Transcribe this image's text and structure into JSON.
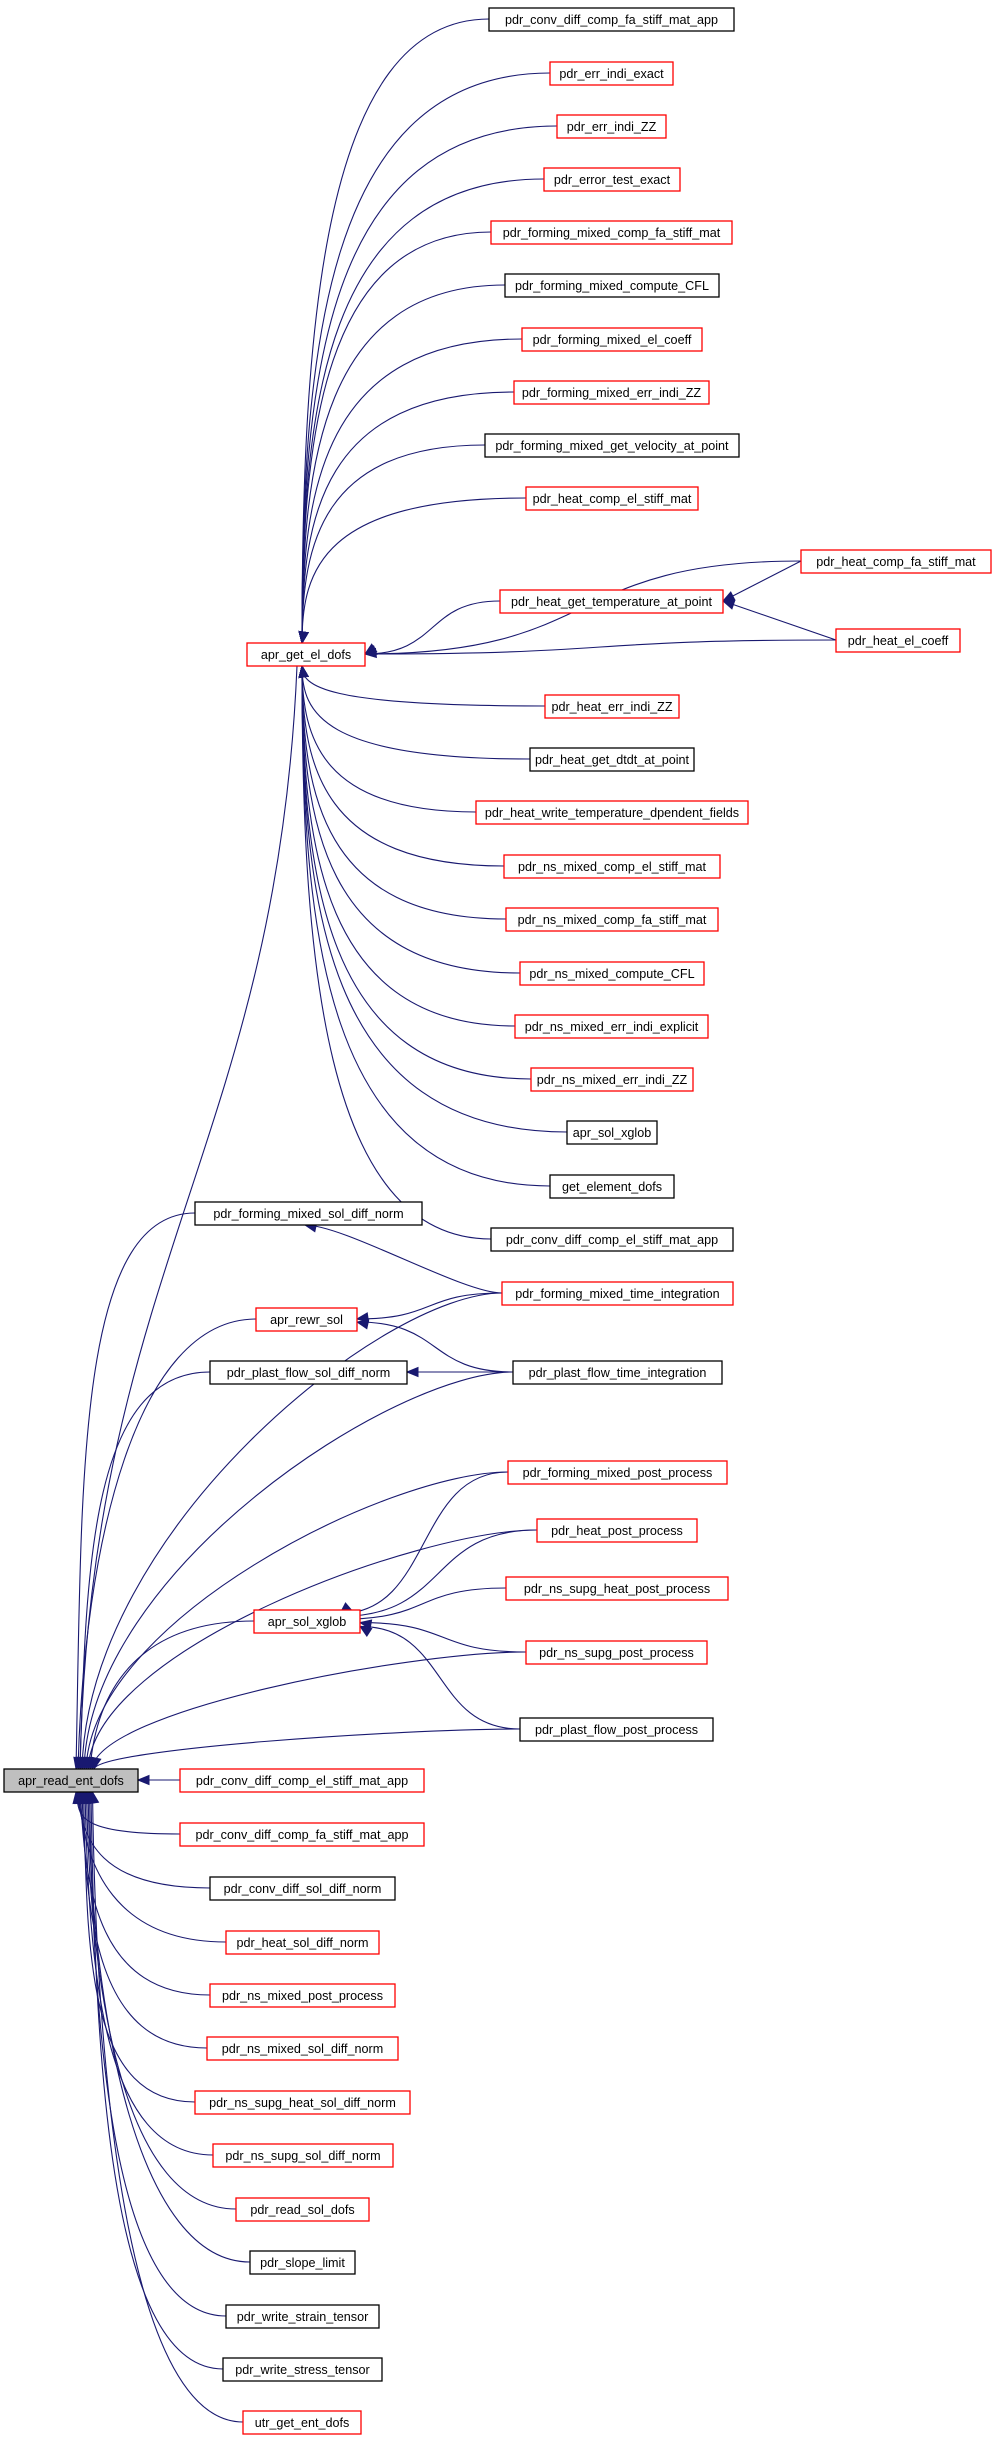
{
  "graph": {
    "edge_color": "#191970",
    "node_colors": {
      "red": "#ff0000",
      "black": "#000000",
      "root_fill": "#bfbfbf"
    },
    "nodes": {
      "apr_read_ent_dofs": "apr_read_ent_dofs",
      "apr_get_el_dofs": "apr_get_el_dofs",
      "conv_fa_app_top": "pdr_conv_diff_comp_fa_stiff_mat_app",
      "err_indi_exact": "pdr_err_indi_exact",
      "err_indi_zz": "pdr_err_indi_ZZ",
      "error_test_exact": "pdr_error_test_exact",
      "fm_comp_fa": "pdr_forming_mixed_comp_fa_stiff_mat",
      "fm_compute_cfl": "pdr_forming_mixed_compute_CFL",
      "fm_el_coeff": "pdr_forming_mixed_el_coeff",
      "fm_err_indi_zz": "pdr_forming_mixed_err_indi_ZZ",
      "fm_get_velocity": "pdr_forming_mixed_get_velocity_at_point",
      "heat_comp_el": "pdr_heat_comp_el_stiff_mat",
      "heat_comp_fa": "pdr_heat_comp_fa_stiff_mat",
      "heat_get_temp": "pdr_heat_get_temperature_at_point",
      "heat_el_coeff": "pdr_heat_el_coeff",
      "heat_err_zz": "pdr_heat_err_indi_ZZ",
      "heat_dtdt": "pdr_heat_get_dtdt_at_point",
      "heat_write_temp": "pdr_heat_write_temperature_dpendent_fields",
      "ns_comp_el": "pdr_ns_mixed_comp_el_stiff_mat",
      "ns_comp_fa": "pdr_ns_mixed_comp_fa_stiff_mat",
      "ns_compute_cfl": "pdr_ns_mixed_compute_CFL",
      "ns_err_explicit": "pdr_ns_mixed_err_indi_explicit",
      "ns_err_zz": "pdr_ns_mixed_err_indi_ZZ",
      "apr_sol_xglob_top": "apr_sol_xglob",
      "get_element_dofs": "get_element_dofs",
      "conv_el_app_top": "pdr_conv_diff_comp_el_stiff_mat_app",
      "fm_sol_diff": "pdr_forming_mixed_sol_diff_norm",
      "fm_time_int": "pdr_forming_mixed_time_integration",
      "apr_rewr_sol": "apr_rewr_sol",
      "plast_sol_diff": "pdr_plast_flow_sol_diff_norm",
      "plast_time_int": "pdr_plast_flow_time_integration",
      "fm_post": "pdr_forming_mixed_post_process",
      "heat_post": "pdr_heat_post_process",
      "ns_supg_heat_post": "pdr_ns_supg_heat_post_process",
      "apr_sol_xglob": "apr_sol_xglob",
      "ns_supg_post": "pdr_ns_supg_post_process",
      "plast_post": "pdr_plast_flow_post_process",
      "conv_el_app": "pdr_conv_diff_comp_el_stiff_mat_app",
      "conv_fa_app": "pdr_conv_diff_comp_fa_stiff_mat_app",
      "conv_sol_diff": "pdr_conv_diff_sol_diff_norm",
      "heat_sol_diff": "pdr_heat_sol_diff_norm",
      "ns_post": "pdr_ns_mixed_post_process",
      "ns_sol_diff": "pdr_ns_mixed_sol_diff_norm",
      "ns_supg_heat_sol": "pdr_ns_supg_heat_sol_diff_norm",
      "ns_supg_sol": "pdr_ns_supg_sol_diff_norm",
      "read_sol_dofs": "pdr_read_sol_dofs",
      "slope_limit": "pdr_slope_limit",
      "write_strain": "pdr_write_strain_tensor",
      "write_stress": "pdr_write_stress_tensor",
      "utr_get_ent_dofs": "utr_get_ent_dofs"
    }
  }
}
